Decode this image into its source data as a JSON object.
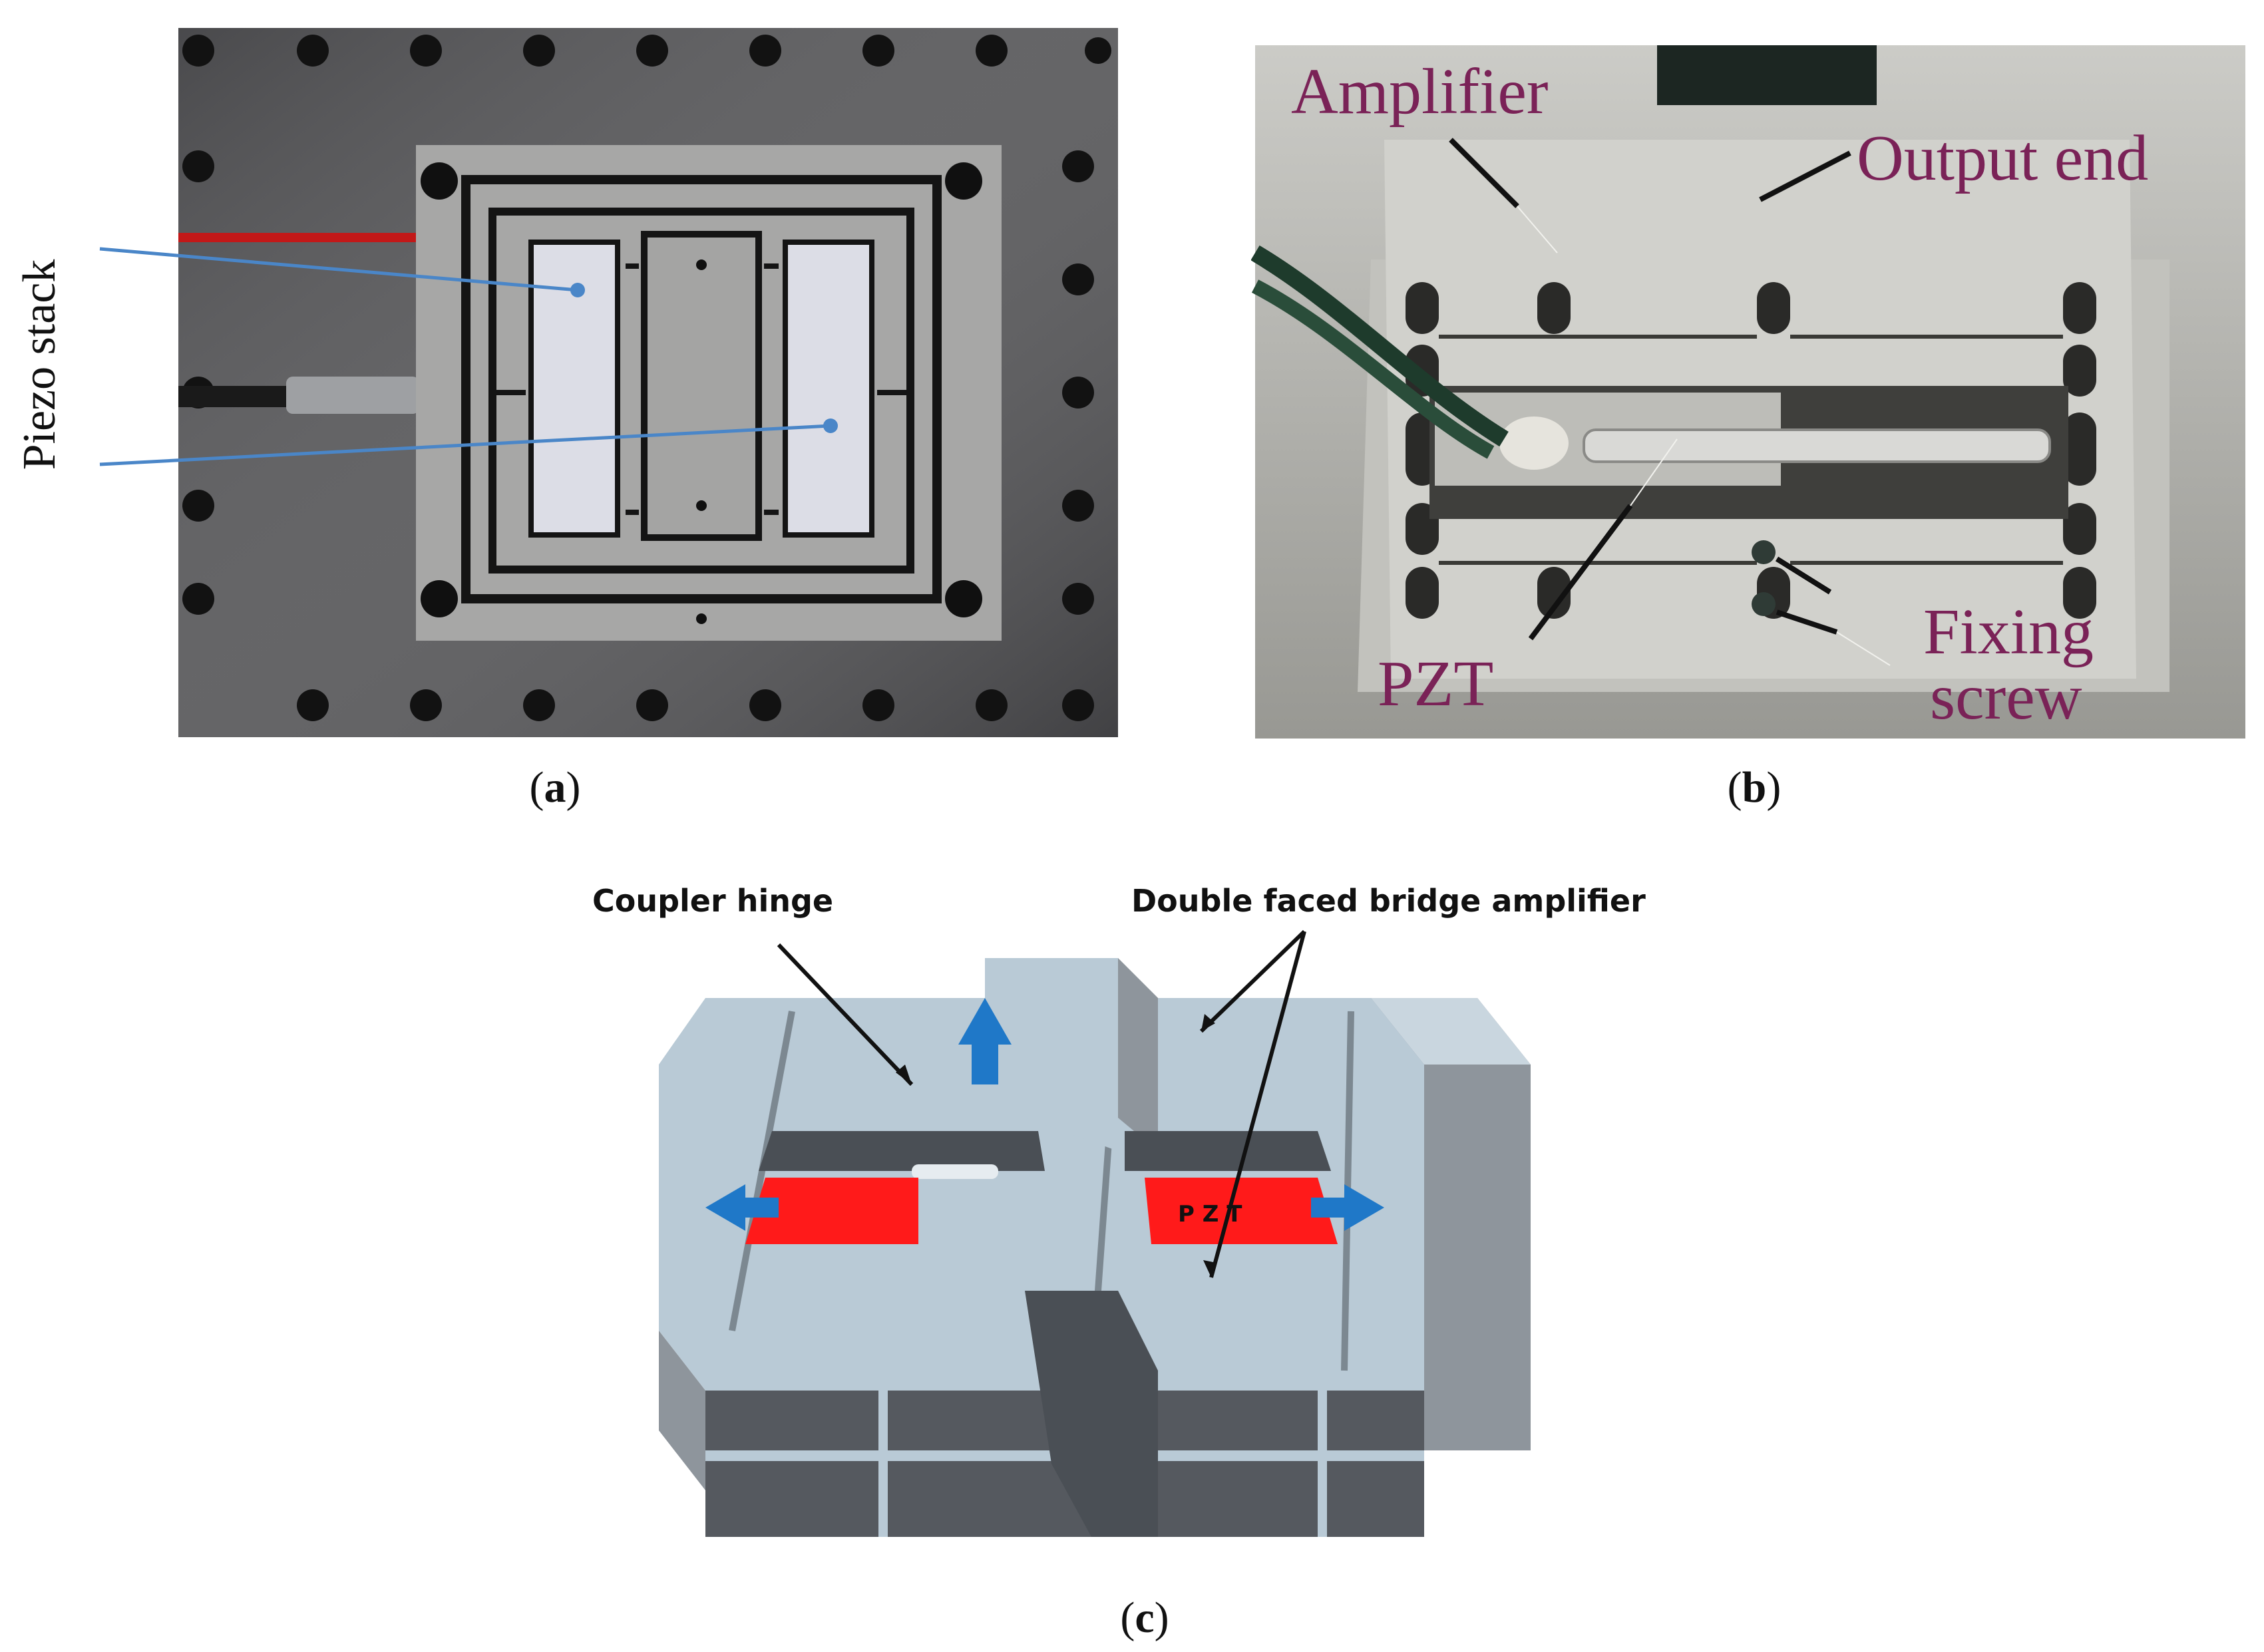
{
  "panel_a": {
    "side_label": "Piezo stack",
    "caption_open": "(",
    "caption_letter": "a",
    "caption_close": ")"
  },
  "panel_b": {
    "labels": {
      "amplifier": "Amplifier",
      "output_end": "Output end",
      "pzt": "PZT",
      "fixing": "Fixing",
      "screw": "screw"
    },
    "caption_open": "(",
    "caption_letter": "b",
    "caption_close": ")"
  },
  "panel_c": {
    "labels": {
      "coupler_hinge": "Coupler hinge",
      "bridge_amplifier": "Double faced bridge amplifier",
      "pzt": "P Z T"
    },
    "caption_open": "(",
    "caption_letter": "c",
    "caption_close": ")"
  },
  "colors": {
    "label_b": "#7a2257",
    "leader_a": "#4a86c8",
    "pzt_red": "#ff1a1a",
    "arrow_blue": "#1f78c8",
    "body_light": "#b9cad6",
    "body_dark": "#4a4f55"
  }
}
